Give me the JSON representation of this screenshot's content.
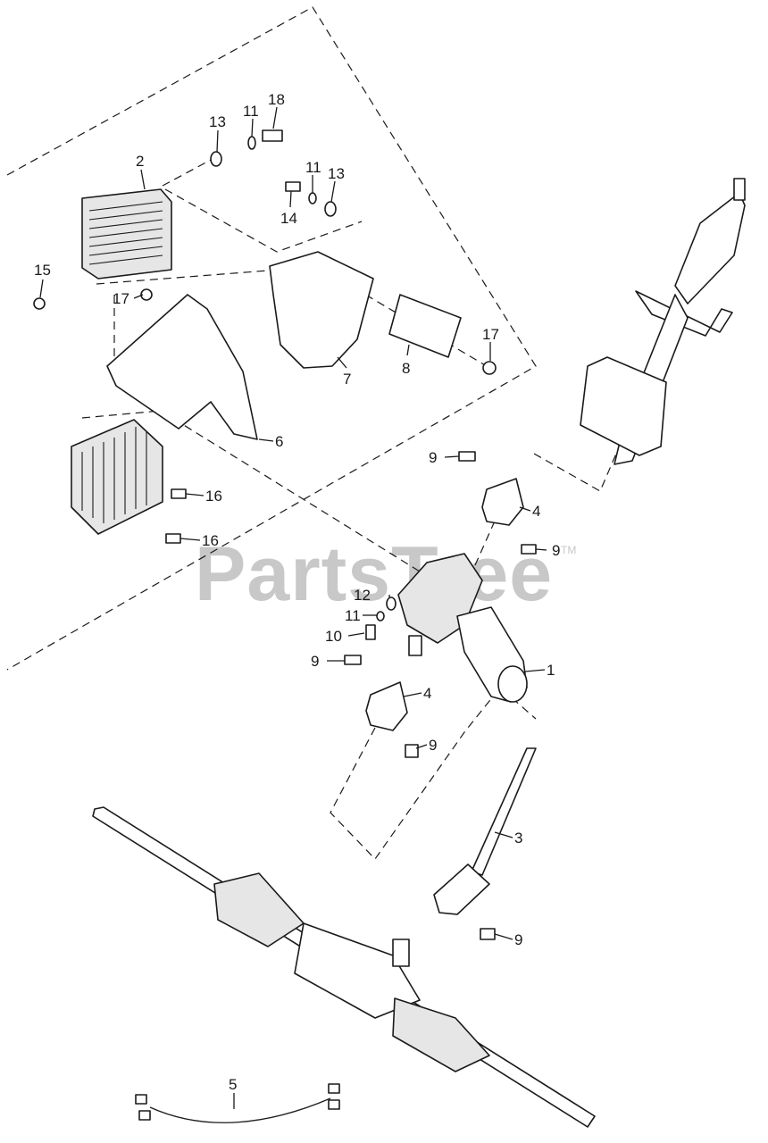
{
  "watermark": {
    "text": "PartsTree",
    "tm": "TM"
  },
  "callouts": [
    {
      "id": "c-13a",
      "text": "13"
    },
    {
      "id": "c-11a",
      "text": "11"
    },
    {
      "id": "c-18",
      "text": "18"
    },
    {
      "id": "c-2",
      "text": "2"
    },
    {
      "id": "c-11b",
      "text": "11"
    },
    {
      "id": "c-13b",
      "text": "13"
    },
    {
      "id": "c-14",
      "text": "14"
    },
    {
      "id": "c-15",
      "text": "15"
    },
    {
      "id": "c-17a",
      "text": "17"
    },
    {
      "id": "c-7",
      "text": "7"
    },
    {
      "id": "c-8",
      "text": "8"
    },
    {
      "id": "c-17b",
      "text": "17"
    },
    {
      "id": "c-6",
      "text": "6"
    },
    {
      "id": "c-9a",
      "text": "9"
    },
    {
      "id": "c-4a",
      "text": "4"
    },
    {
      "id": "c-16a",
      "text": "16"
    },
    {
      "id": "c-16b",
      "text": "16"
    },
    {
      "id": "c-9b",
      "text": "9"
    },
    {
      "id": "c-12",
      "text": "12"
    },
    {
      "id": "c-11c",
      "text": "11"
    },
    {
      "id": "c-10",
      "text": "10"
    },
    {
      "id": "c-1",
      "text": "1"
    },
    {
      "id": "c-9c",
      "text": "9"
    },
    {
      "id": "c-4b",
      "text": "4"
    },
    {
      "id": "c-9d",
      "text": "9"
    },
    {
      "id": "c-3",
      "text": "3"
    },
    {
      "id": "c-9e",
      "text": "9"
    },
    {
      "id": "c-5",
      "text": "5"
    }
  ]
}
